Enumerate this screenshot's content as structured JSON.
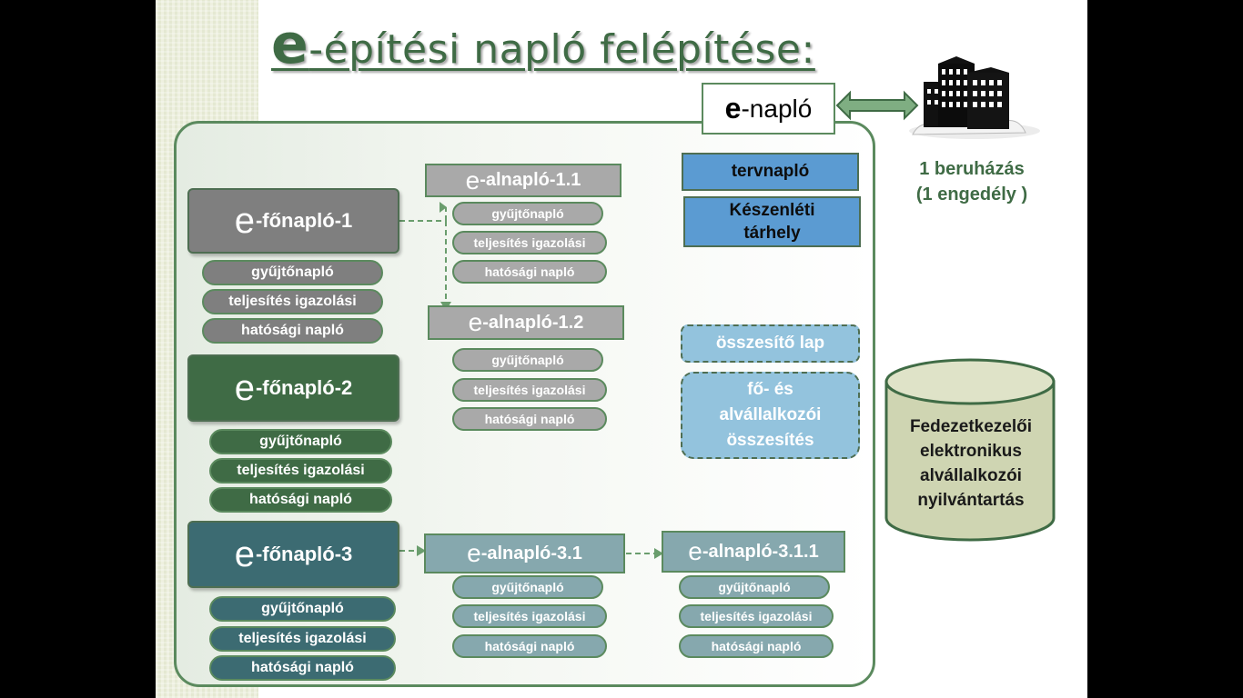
{
  "title": {
    "e": "e",
    "rest": "-építési napló felépítése:"
  },
  "enaplo": {
    "e": "e",
    "rest": "-napló"
  },
  "beruhazas": {
    "line1": "1 beruházás",
    "line2": "(1 engedély )"
  },
  "cylinder": {
    "line1": "Fedezetkezelői",
    "line2": "elektronikus",
    "line3": "alvállalkozói",
    "line4": "nyilvántartás"
  },
  "right_boxes": {
    "tervnaplo": "tervnapló",
    "keszenleti_1": "Készenléti",
    "keszenleti_2": "tárhely",
    "osszesito": "összesítő lap",
    "fo_1": "fő- és",
    "fo_2": "alvállalkozói",
    "fo_3": "összesítés"
  },
  "fonaplo1": {
    "e": "e",
    "rest": "-főnapló-1",
    "items": [
      "gyűjtőnapló",
      "teljesítés igazolási",
      "hatósági napló"
    ]
  },
  "fonaplo2": {
    "e": "e",
    "rest": "-főnapló-2",
    "items": [
      "gyűjtőnapló",
      "teljesítés igazolási",
      "hatósági napló"
    ]
  },
  "fonaplo3": {
    "e": "e",
    "rest": "-főnapló-3",
    "items": [
      "gyűjtőnapló",
      "teljesítés igazolási",
      "hatósági napló"
    ]
  },
  "alnaplo11": {
    "e": "e",
    "rest": "-alnapló-1.1",
    "items": [
      "gyűjtőnapló",
      "teljesítés igazolási",
      "hatósági napló"
    ]
  },
  "alnaplo12": {
    "e": "e",
    "rest": "-alnapló-1.2",
    "items": [
      "gyűjtőnapló",
      "teljesítés igazolási",
      "hatósági napló"
    ]
  },
  "alnaplo31": {
    "e": "e",
    "rest": "-alnapló-3.1",
    "items": [
      "gyűjtőnapló",
      "teljesítés igazolási",
      "hatósági napló"
    ]
  },
  "alnaplo311": {
    "e": "e",
    "rest": "-alnapló-3.1.1",
    "items": [
      "gyűjtőnapló",
      "teljesítés igazolási",
      "hatósági napló"
    ]
  },
  "colors": {
    "accent_green": "#3f6b45",
    "grey": "#7f7f7f",
    "teal": "#3c6b72",
    "blue": "#5b9bd2",
    "light_blue": "#93c3dd"
  },
  "icons": {
    "building": "office-building-icon",
    "arrow": "double-arrow-icon"
  }
}
